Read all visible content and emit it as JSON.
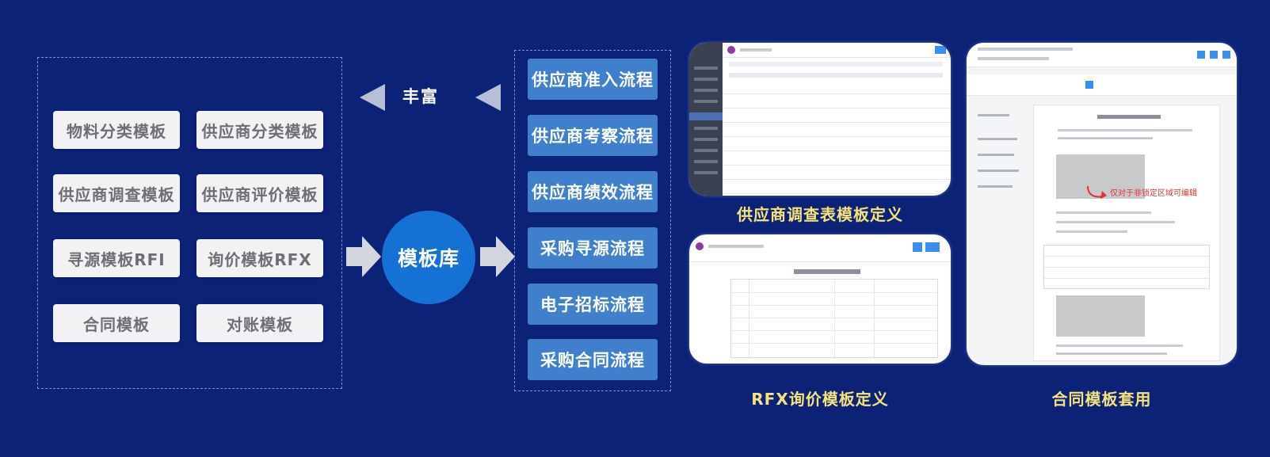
{
  "templates": [
    "物料分类模板",
    "供应商分类模板",
    "供应商调查模板",
    "供应商评价模板",
    "寻源模板RFI",
    "询价模板RFX",
    "合同模板",
    "对账模板"
  ],
  "rich_label": "丰富",
  "hub_label": "模板库",
  "flows": [
    "供应商准入流程",
    "供应商考察流程",
    "供应商绩效流程",
    "采购寻源流程",
    "电子招标流程",
    "采购合同流程"
  ],
  "captions": {
    "survey": "供应商调查表模板定义",
    "rfx": "RFX询价模板定义",
    "contract": "合同模板套用"
  },
  "contract_doc": {
    "annotation": "仅对于非锁定区域可编辑"
  }
}
